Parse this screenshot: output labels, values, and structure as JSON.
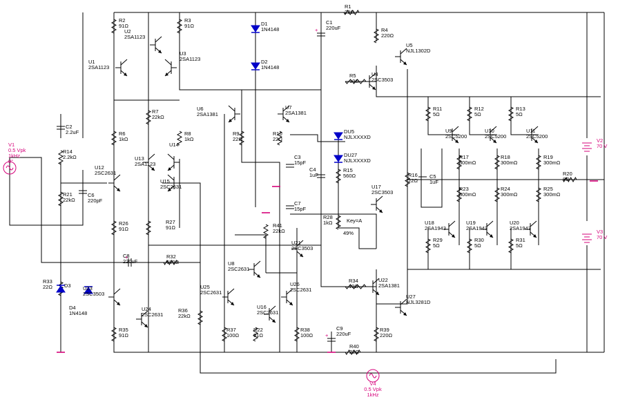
{
  "components": {
    "R1": [
      "R1",
      "22Ω"
    ],
    "R2": [
      "R2",
      "91Ω"
    ],
    "R3": [
      "R3",
      "91Ω"
    ],
    "R4": [
      "R4",
      "220Ω"
    ],
    "R5": [
      "R5",
      "10Ω"
    ],
    "R6": [
      "R6",
      "1kΩ"
    ],
    "R7": [
      "R7",
      "22kΩ"
    ],
    "R8": [
      "R8",
      "1kΩ"
    ],
    "R9": [
      "R9",
      "22Ω"
    ],
    "R10": [
      "R10",
      "22Ω"
    ],
    "R11": [
      "R11",
      "5Ω"
    ],
    "R12": [
      "R12",
      "5Ω"
    ],
    "R13": [
      "R13",
      "5Ω"
    ],
    "R14": [
      "R14",
      "2.2kΩ"
    ],
    "R15": [
      "R15",
      "560Ω"
    ],
    "R16": [
      "R16",
      "22Ω"
    ],
    "R17": [
      "R17",
      "300mΩ"
    ],
    "R18": [
      "R18",
      "300mΩ"
    ],
    "R19": [
      "R19",
      "300mΩ"
    ],
    "R20": [
      "R20",
      "8Ω"
    ],
    "R21": [
      "R21",
      "22kΩ"
    ],
    "R22": [
      "R22",
      "91Ω"
    ],
    "R23": [
      "R23",
      "300mΩ"
    ],
    "R24": [
      "R24",
      "300mΩ"
    ],
    "R25": [
      "R25",
      "300mΩ"
    ],
    "R26": [
      "R26",
      "91Ω"
    ],
    "R27": [
      "R27",
      "91Ω"
    ],
    "R28": [
      "R28",
      "1kΩ"
    ],
    "R28b": [
      "Key=A",
      "49%"
    ],
    "R29": [
      "R29",
      "5Ω"
    ],
    "R30": [
      "R30",
      "5Ω"
    ],
    "R31": [
      "R31",
      "5Ω"
    ],
    "R32": [
      "R32",
      "680Ω"
    ],
    "R33": [
      "R33",
      "22Ω"
    ],
    "R34": [
      "R34",
      "10Ω"
    ],
    "R35": [
      "R35",
      "91Ω"
    ],
    "R36": [
      "R36",
      "22kΩ"
    ],
    "R37": [
      "R37",
      "100Ω"
    ],
    "R38": [
      "R38",
      "100Ω"
    ],
    "R39": [
      "R39",
      "220Ω"
    ],
    "R40": [
      "R40",
      "22Ω"
    ],
    "R41": [
      "R41",
      "22kΩ"
    ],
    "C1": [
      "C1",
      "220uF"
    ],
    "C2": [
      "C2",
      "2.2uF"
    ],
    "C3": [
      "C3",
      "15pF"
    ],
    "C4": [
      "C4",
      "1uF"
    ],
    "C5": [
      "C5",
      "1uF"
    ],
    "C6": [
      "C6",
      "220pF"
    ],
    "C7": [
      "C7",
      "15pF"
    ],
    "C8": [
      "C8",
      "220uF"
    ],
    "C9": [
      "C9",
      "220uF"
    ],
    "D1": [
      "D1",
      "1N4148"
    ],
    "D2": [
      "D2",
      "1N4148"
    ],
    "D3": [
      "D3",
      ""
    ],
    "D4": [
      "D4",
      "1N4148"
    ],
    "DU5": [
      "DU5",
      "NJLXXXXD"
    ],
    "DU27": [
      "DU27",
      "NJLXXXXD"
    ],
    "U1": [
      "U1",
      "2SA1123"
    ],
    "U2": [
      "U2",
      "2SA1123"
    ],
    "U3": [
      "U3",
      "2SA1123"
    ],
    "U4": [
      "U4",
      "2SC3503"
    ],
    "U5": [
      "U5",
      "NJL1302D"
    ],
    "U6": [
      "U6",
      "2SA1381"
    ],
    "U7": [
      "U7",
      "2SA1381"
    ],
    "U8": [
      "U8",
      "2SC2631"
    ],
    "U9": [
      "U9",
      "2SC5200"
    ],
    "U10": [
      "U10",
      "2SC5200"
    ],
    "U11": [
      "U11",
      "2SC5200"
    ],
    "U12": [
      "U12",
      "2SC2631"
    ],
    "U13": [
      "U13",
      "2SA1123"
    ],
    "U14": [
      "U14",
      ""
    ],
    "U15": [
      "U15",
      "2SC2631"
    ],
    "U16": [
      "U16",
      "2SC2631"
    ],
    "U17": [
      "U17",
      "2SC3503"
    ],
    "U18": [
      "U18",
      "2SA1943"
    ],
    "U19": [
      "U19",
      "2SA1943"
    ],
    "U20": [
      "U20",
      "2SA1943"
    ],
    "U21": [
      "U21",
      "2SC3503"
    ],
    "U22": [
      "U22",
      "2SA1381"
    ],
    "U23": [
      "U23",
      "2SC3503"
    ],
    "U24": [
      "U24",
      "2SC2631"
    ],
    "U25": [
      "U25",
      "2SC2631"
    ],
    "U26": [
      "U26",
      "2SC2631"
    ],
    "U27": [
      "U27",
      "NJL3281D"
    ]
  },
  "sources": {
    "V1": [
      "V1",
      "0.5 Vpk",
      "1kHz",
      "0°"
    ],
    "V2": [
      "V2",
      "70 V"
    ],
    "V3": [
      "V3",
      "70 V"
    ],
    "V4": [
      "V4",
      "0.5 Vpk",
      "1kHz"
    ]
  },
  "colors": {
    "wire": "#000000",
    "diode": "#0000c8",
    "source": "#d6007a",
    "ground": "#d6007a"
  }
}
